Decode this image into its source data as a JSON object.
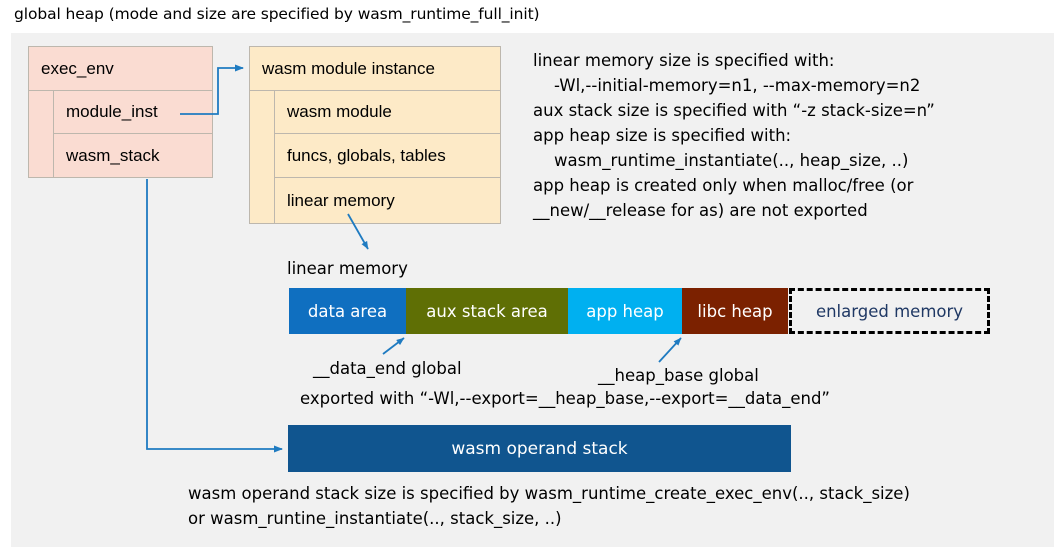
{
  "title": "global heap (mode and size are specified by wasm_runtime_full_init)",
  "exec_env": {
    "header": "exec_env",
    "fields": [
      {
        "label": "module_inst"
      },
      {
        "label": "wasm_stack"
      }
    ]
  },
  "module_instance": {
    "header": "wasm module instance",
    "fields": [
      {
        "label": "wasm module"
      },
      {
        "label": "funcs, globals, tables"
      },
      {
        "label": "linear memory"
      }
    ]
  },
  "notes_right": "linear memory size is specified with:\n    -Wl,--initial-memory=n1, --max-memory=n2\naux stack size is specified with “-z stack-size=n”\napp heap size is specified with:\n    wasm_runtime_instantiate(.., heap_size, ..)\napp heap is created only when malloc/free (or\n__new/__release for as) are not exported",
  "linear_memory": {
    "caption": "linear memory",
    "segments": [
      {
        "label": "data area",
        "color": "#0f6fc0",
        "text_color": "#ffffff"
      },
      {
        "label": "aux stack area",
        "color": "#5f6f05",
        "text_color": "#ffffff"
      },
      {
        "label": "app heap",
        "color": "#00b0f0",
        "text_color": "#ffffff"
      },
      {
        "label": "libc heap",
        "color": "#7b2100",
        "text_color": "#ffffff"
      },
      {
        "label": "enlarged memory",
        "color": "#f1f1f1",
        "text_color": "#1f3864"
      }
    ]
  },
  "annotations": {
    "data_end": "__data_end global",
    "heap_base": "__heap_base global",
    "exported_with": "exported with “-Wl,--export=__heap_base,--export=__data_end”"
  },
  "operand_stack": {
    "label": "wasm operand stack",
    "color": "#10558f"
  },
  "notes_bottom": "wasm operand stack size is specified by wasm_runtime_create_exec_env(.., stack_size)\nor wasm_runtine_instantiate(.., stack_size, ..)",
  "colors": {
    "panel_background": "#f1f1f1",
    "exec_env_fill": "#fadcd2",
    "module_instance_fill": "#fdeac7",
    "box_border": "#bdb7ad",
    "connector": "#1f7bc1"
  }
}
